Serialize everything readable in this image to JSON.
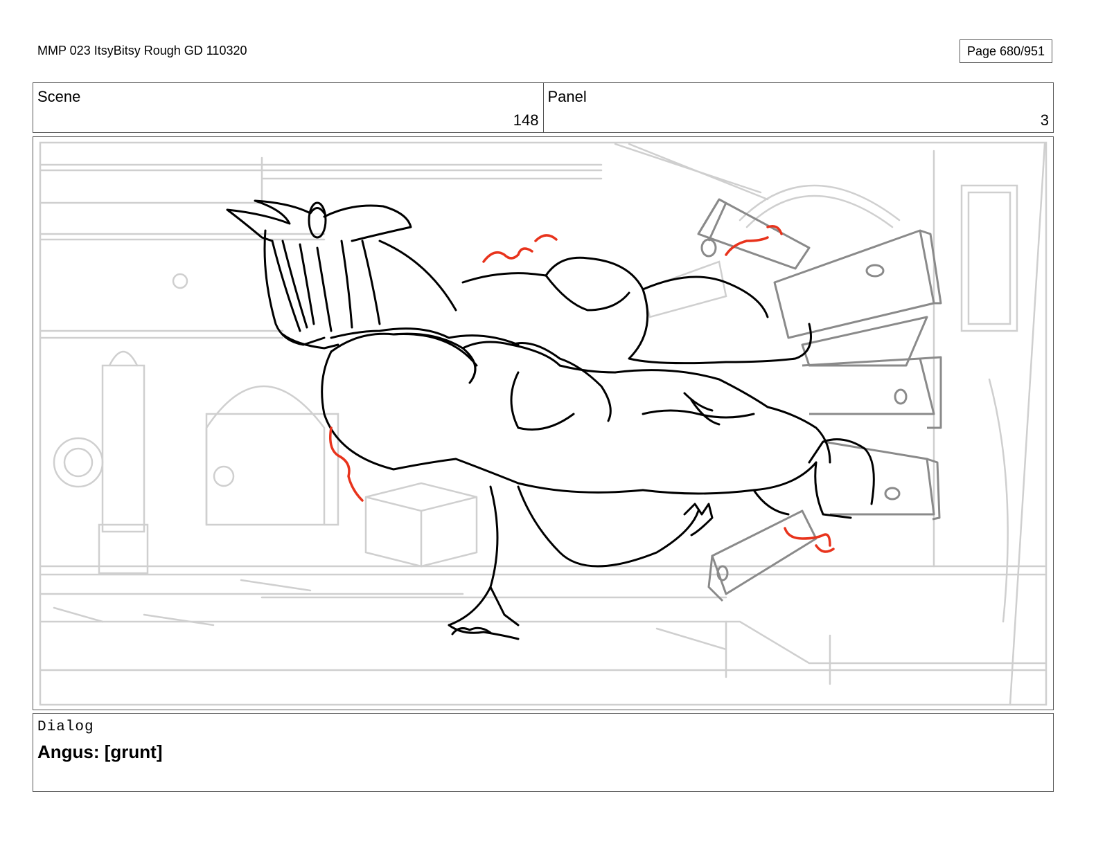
{
  "header": {
    "title": "MMP 023 ItsyBitsy Rough GD 110320",
    "page": "Page 680/951"
  },
  "scene": {
    "label": "Scene",
    "value": "148"
  },
  "panel": {
    "label": "Panel",
    "value": "3"
  },
  "dialog": {
    "label": "Dialog",
    "text": "Angus: [grunt]"
  },
  "colors": {
    "background_sketch": "#c8c8c8",
    "character_line": "#000000",
    "effect_marks": "#e8331c",
    "prop_gray": "#8a8a8a"
  }
}
